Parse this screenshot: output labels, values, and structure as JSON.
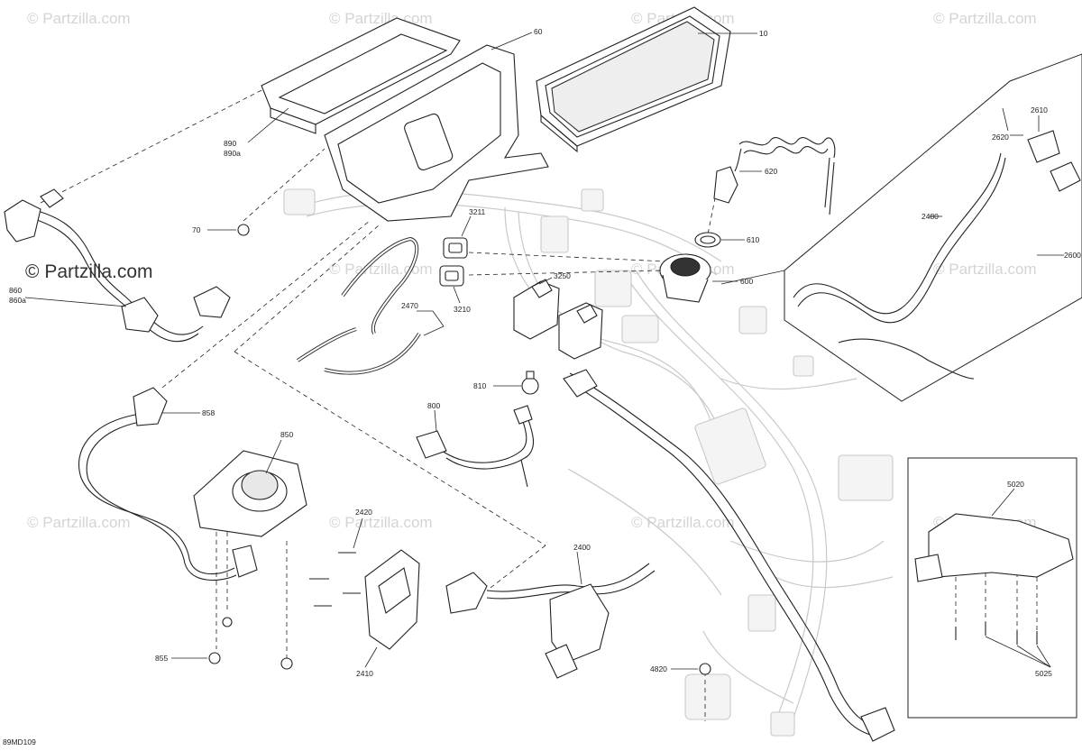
{
  "diagram_code": "89MD109",
  "watermark": {
    "text": "Partzilla.com",
    "copyright": "©"
  },
  "callouts": {
    "c10": "10",
    "c60": "60",
    "c890": "890",
    "c890a": "890a",
    "c70": "70",
    "c860": "860",
    "c860a": "860a",
    "c3211": "3211",
    "c3210": "3210",
    "c3250": "3250",
    "c2470": "2470",
    "c620": "620",
    "c610": "610",
    "c600": "600",
    "c2610": "2610",
    "c2620": "2620",
    "c2480": "2480",
    "c2600": "2600",
    "c810": "810",
    "c800": "800",
    "c858": "858",
    "c850": "850",
    "c855": "855",
    "c2420": "2420",
    "c2410": "2410",
    "c2400": "2400",
    "c4820": "4820",
    "c5020": "5020",
    "c5025": "5025"
  }
}
